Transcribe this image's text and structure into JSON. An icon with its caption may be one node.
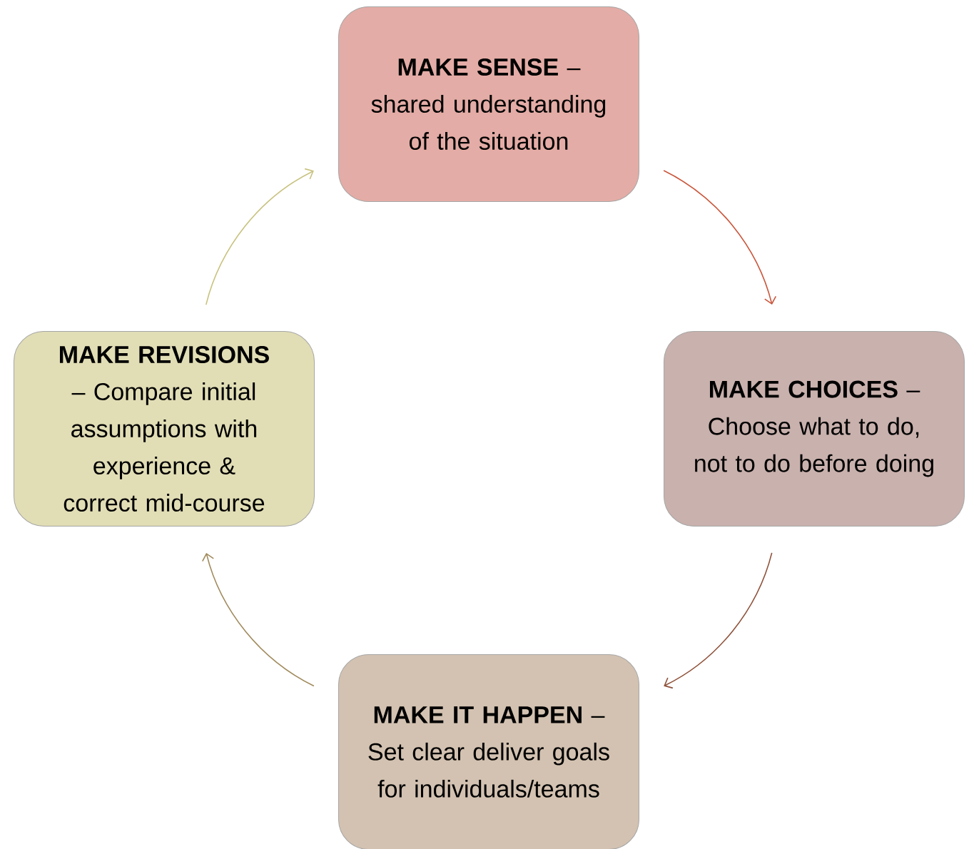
{
  "diagram": {
    "nodes": [
      {
        "text": [
          "**MAKE SENSE** – shared understanding of the situation"
        ]
      },
      {
        "text": [
          "**MAKE CHOICES** – Choose what to do, not to do before doing"
        ]
      },
      {
        "text": [
          "**MAKE IT HAPPEN** – Set clear deliver goals for individuals/teams"
        ]
      },
      {
        "text": [
          "**MAKE REVISIONS** – Compare initial assumptions with experience & correct mid-course"
        ]
      }
    ],
    "edges": [
      {
        "from": 0,
        "to": 1,
        "arrow": "to",
        "color": "#c9553a"
      },
      {
        "from": 1,
        "to": 2,
        "arrow": "to",
        "color": "#8e5038"
      },
      {
        "from": 2,
        "to": 3,
        "arrow": "to",
        "color": "#a08a5c"
      },
      {
        "from": 3,
        "to": 0,
        "arrow": "to",
        "color": "#c8c27e"
      }
    ]
  }
}
